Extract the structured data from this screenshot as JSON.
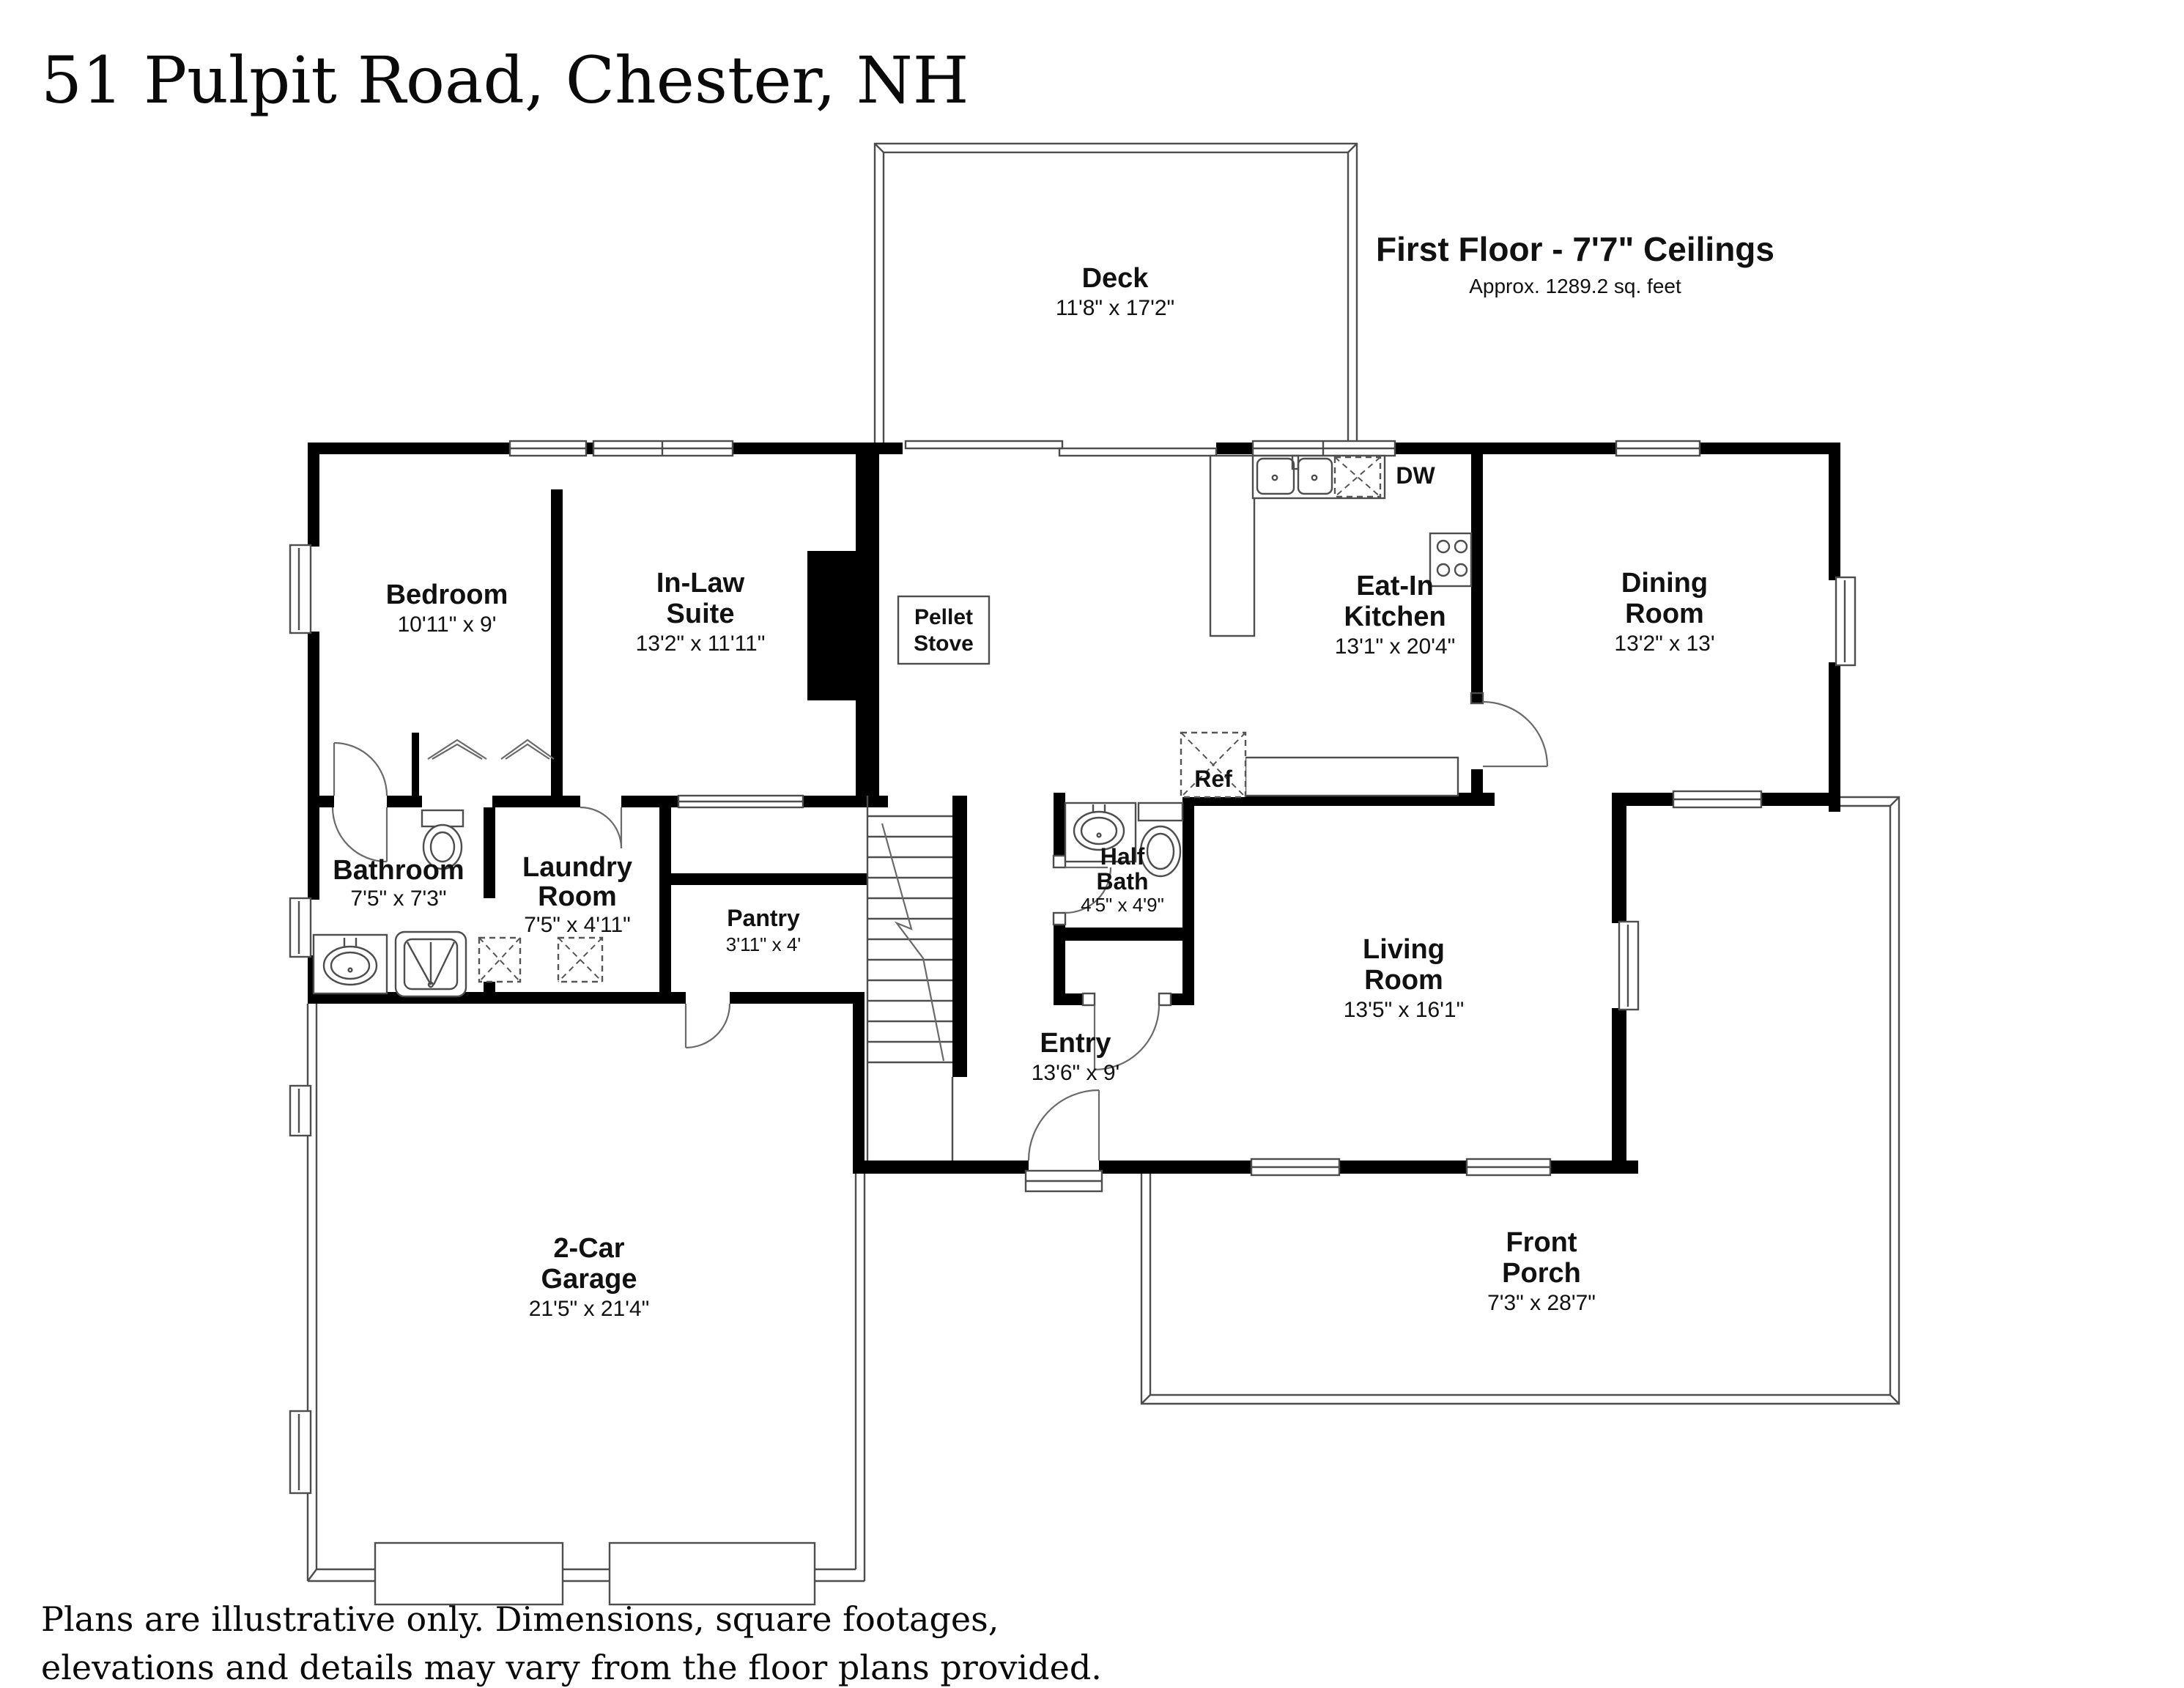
{
  "page": {
    "background": "#ffffff",
    "wall_color": "#000000",
    "line_color": "#4d4d4d"
  },
  "title": "51 Pulpit Road, Chester, NH",
  "floor_header": {
    "heading": "First Floor - 7'7\" Ceilings",
    "subheading": "Approx. 1289.2 sq. feet"
  },
  "rooms": {
    "deck": {
      "name": "Deck",
      "dims": "11'8\" x 17'2\""
    },
    "bedroom": {
      "name": "Bedroom",
      "dims": "10'11\" x 9'"
    },
    "in_law_suite": {
      "line1": "In-Law",
      "line2": "Suite",
      "dims": "13'2\" x 11'11\""
    },
    "eat_in_kitchen": {
      "line1": "Eat-In",
      "line2": "Kitchen",
      "dims": "13'1\" x 20'4\""
    },
    "dining_room": {
      "line1": "Dining",
      "line2": "Room",
      "dims": "13'2\" x 13'"
    },
    "bathroom": {
      "name": "Bathroom",
      "dims": "7'5\" x 7'3\""
    },
    "laundry_room": {
      "line1": "Laundry",
      "line2": "Room",
      "dims": "7'5\" x 4'11\""
    },
    "pantry": {
      "name": "Pantry",
      "dims": "3'11\" x 4'"
    },
    "half_bath": {
      "line1": "Half",
      "line2": "Bath",
      "dims": "4'5\" x 4'9\""
    },
    "entry": {
      "name": "Entry",
      "dims": "13'6\" x 9'"
    },
    "living_room": {
      "line1": "Living",
      "line2": "Room",
      "dims": "13'5\" x 16'1\""
    },
    "garage": {
      "line1": "2-Car",
      "line2": "Garage",
      "dims": "21'5\" x 21'4\""
    },
    "front_porch": {
      "line1": "Front",
      "line2": "Porch",
      "dims": "7'3\" x 28'7\""
    }
  },
  "fixtures": {
    "pellet_stove_line1": "Pellet",
    "pellet_stove_line2": "Stove",
    "dishwasher": "DW",
    "refrigerator": "Ref"
  },
  "disclaimer": {
    "line1": "Plans are illustrative only. Dimensions, square footages,",
    "line2": "elevations and details may vary from the floor plans provided."
  }
}
